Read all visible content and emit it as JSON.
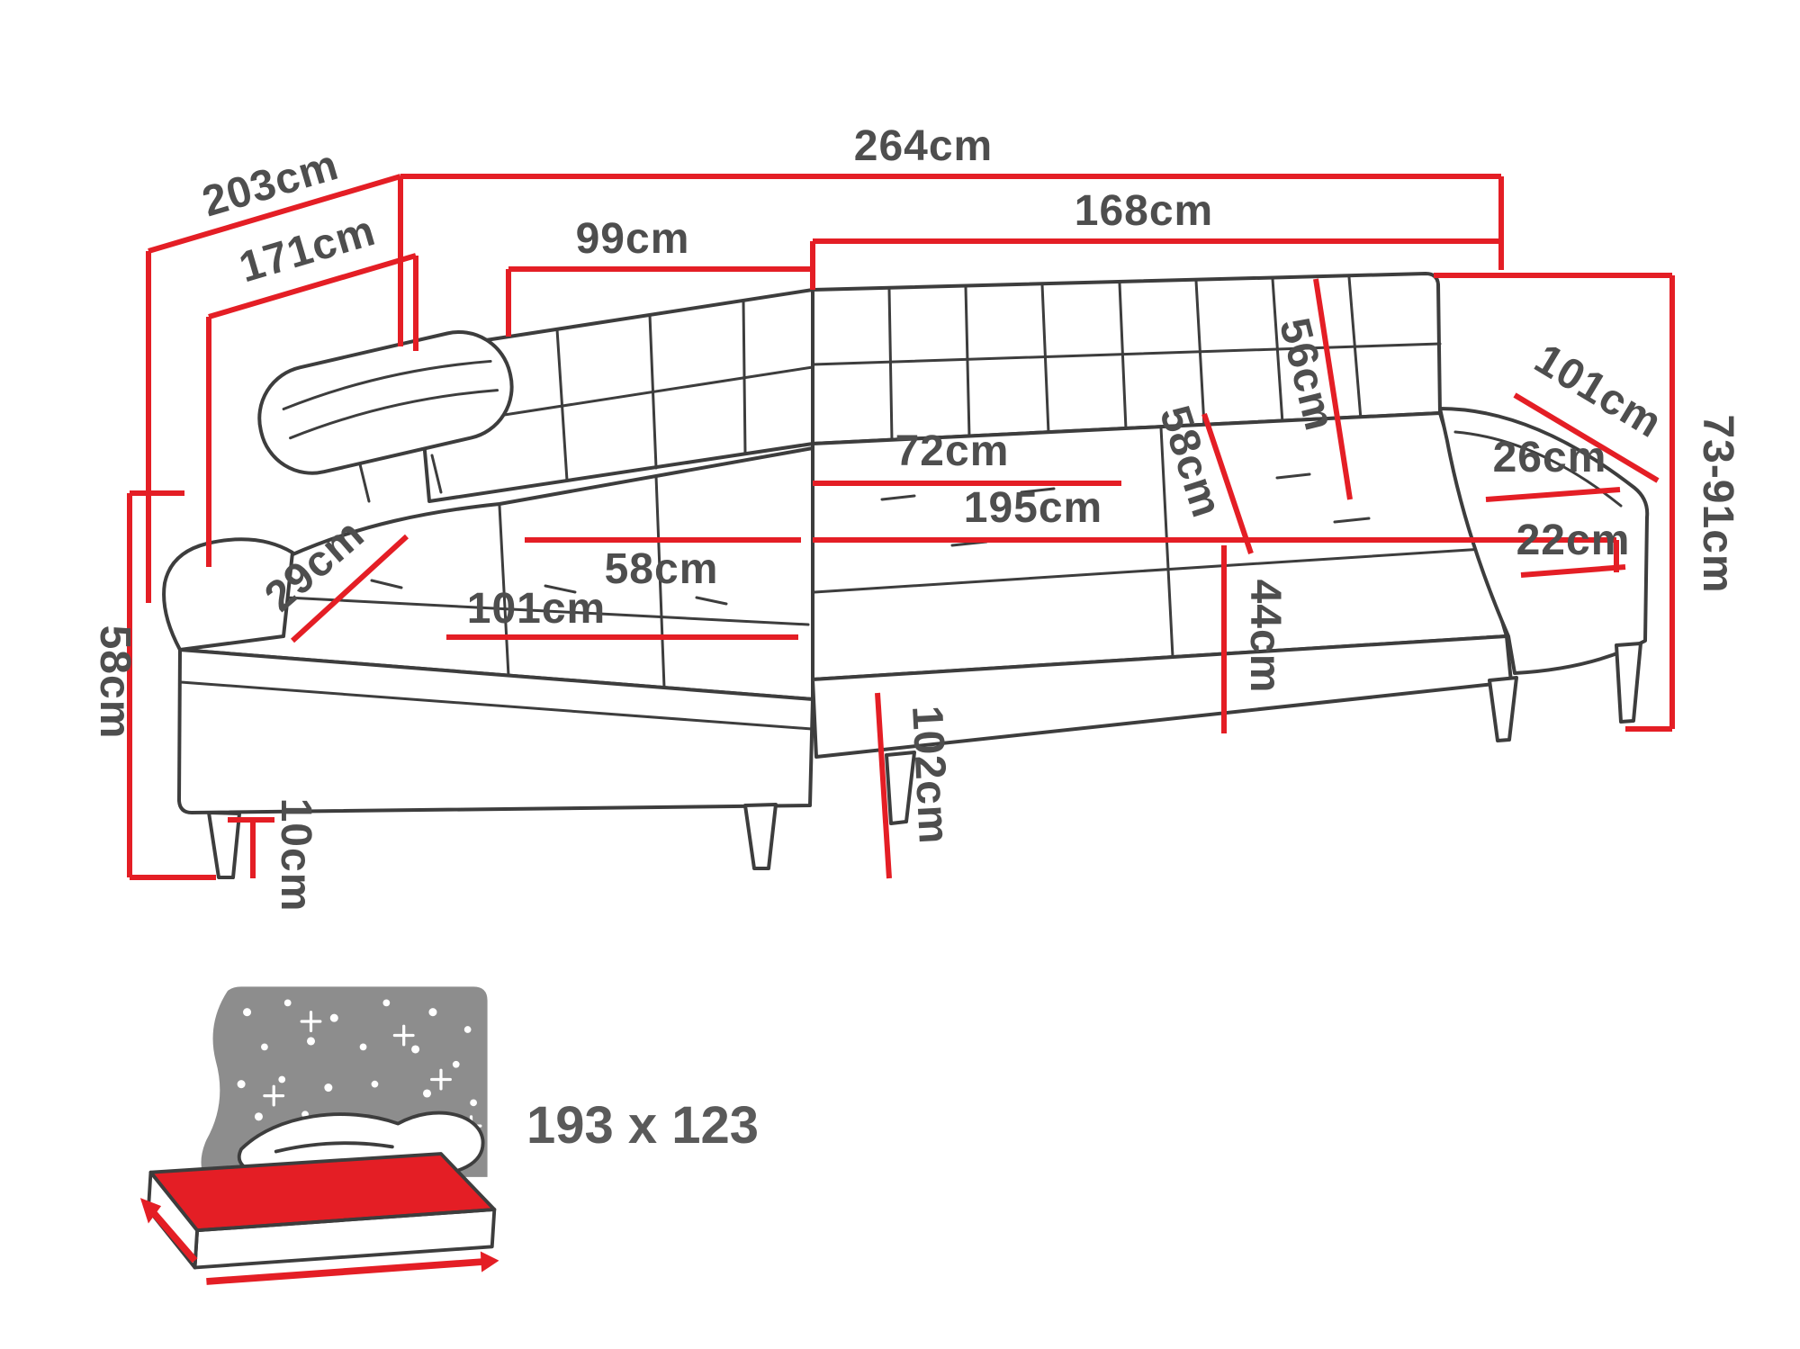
{
  "diagram": {
    "type": "furniture-dimension-diagram",
    "product": "corner-sofa-bed",
    "unit": "cm",
    "colors": {
      "dimension_red": "#e41e25",
      "outline_gray": "#3d3d3d",
      "label_gray": "#4e4e4e",
      "bed_icon_gray": "#8d8d8d"
    },
    "labels": {
      "total_width": "264cm",
      "total_depth": "203cm",
      "inner_depth": "171cm",
      "left_back_width": "99cm",
      "right_back_width": "168cm",
      "backrest_height": "56cm",
      "armrest_length": "101cm",
      "armrest_width": "26cm",
      "overall_height": "73-91cm",
      "seat_cushion_width": "72cm",
      "seat_depth_right": "58cm",
      "seat_width": "195cm",
      "armrest_height_from_seat": "22cm",
      "seat_depth_left": "58cm",
      "backrest_thickness": "29cm",
      "chaise_width": "101cm",
      "seat_height": "44cm",
      "armrest_side_height": "58cm",
      "leg_height": "10cm",
      "chaise_depth": "102cm"
    },
    "sleeping_area": {
      "label": "193 x 123"
    }
  }
}
